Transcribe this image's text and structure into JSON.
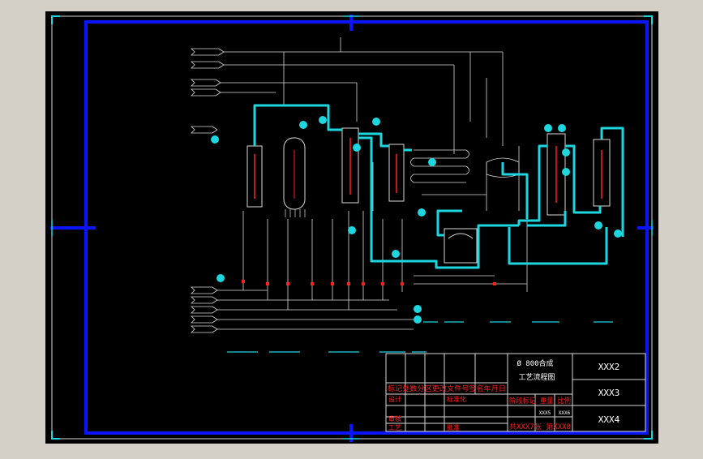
{
  "drawing": {
    "title_line1": "Ø 800合成",
    "title_line2": "工艺流程图",
    "codes": [
      "XXX2",
      "XXX3",
      "XXX4"
    ],
    "small_codes": [
      "XXX5",
      "XXX6"
    ],
    "revision_header": "标记处数分区更改文件号签名年月日",
    "row_design": "设计",
    "row_standard": "标准化",
    "row_check": "审核",
    "row_process": "工艺",
    "row_approve": "批准",
    "stage_label": "阶段标记 重量 比例",
    "sheet_text": "共XXX7张 第XXX8"
  },
  "colors": {
    "background": "#000000",
    "frame": "#0a14ff",
    "pipe": "#1cd6e0",
    "line": "#d8d8d8",
    "title_red": "#ff2020"
  }
}
